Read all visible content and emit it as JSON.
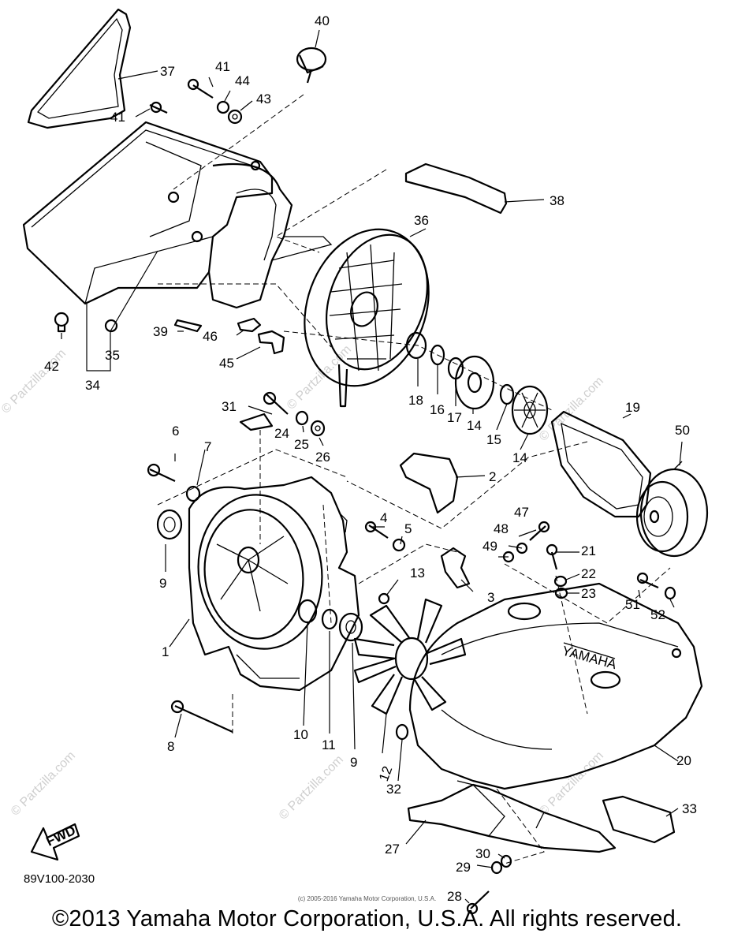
{
  "diagram": {
    "code": "89V100-2030",
    "small_copyright": "(c) 2005-2016 Yamaha Motor Corporation, U.S.A.",
    "copyright": "©2013 Yamaha Motor Corporation, U.S.A. All rights reserved.",
    "fwd_label": "FWD",
    "watermark": "© Partzilla.com",
    "callouts": [
      {
        "id": "c1",
        "text": "1"
      },
      {
        "id": "c2",
        "text": "2"
      },
      {
        "id": "c3",
        "text": "3"
      },
      {
        "id": "c4",
        "text": "4"
      },
      {
        "id": "c5",
        "text": "5"
      },
      {
        "id": "c6",
        "text": "6"
      },
      {
        "id": "c7",
        "text": "7"
      },
      {
        "id": "c8",
        "text": "8"
      },
      {
        "id": "c9a",
        "text": "9"
      },
      {
        "id": "c9b",
        "text": "9"
      },
      {
        "id": "c10",
        "text": "10"
      },
      {
        "id": "c11",
        "text": "11"
      },
      {
        "id": "c12",
        "text": "12"
      },
      {
        "id": "c13",
        "text": "13"
      },
      {
        "id": "c14a",
        "text": "14"
      },
      {
        "id": "c14b",
        "text": "14"
      },
      {
        "id": "c15",
        "text": "15"
      },
      {
        "id": "c16",
        "text": "16"
      },
      {
        "id": "c17",
        "text": "17"
      },
      {
        "id": "c18",
        "text": "18"
      },
      {
        "id": "c19",
        "text": "19"
      },
      {
        "id": "c20",
        "text": "20"
      },
      {
        "id": "c21",
        "text": "21"
      },
      {
        "id": "c22",
        "text": "22"
      },
      {
        "id": "c23",
        "text": "23"
      },
      {
        "id": "c24",
        "text": "24"
      },
      {
        "id": "c25",
        "text": "25"
      },
      {
        "id": "c26",
        "text": "26"
      },
      {
        "id": "c27",
        "text": "27"
      },
      {
        "id": "c28",
        "text": "28"
      },
      {
        "id": "c29",
        "text": "29"
      },
      {
        "id": "c30",
        "text": "30"
      },
      {
        "id": "c31",
        "text": "31"
      },
      {
        "id": "c32",
        "text": "32"
      },
      {
        "id": "c33",
        "text": "33"
      },
      {
        "id": "c34",
        "text": "34"
      },
      {
        "id": "c35",
        "text": "35"
      },
      {
        "id": "c36",
        "text": "36"
      },
      {
        "id": "c37",
        "text": "37"
      },
      {
        "id": "c38",
        "text": "38"
      },
      {
        "id": "c39",
        "text": "39"
      },
      {
        "id": "c40",
        "text": "40"
      },
      {
        "id": "c41a",
        "text": "41"
      },
      {
        "id": "c41b",
        "text": "41"
      },
      {
        "id": "c42",
        "text": "42"
      },
      {
        "id": "c43",
        "text": "43"
      },
      {
        "id": "c44",
        "text": "44"
      },
      {
        "id": "c45",
        "text": "45"
      },
      {
        "id": "c46",
        "text": "46"
      },
      {
        "id": "c47",
        "text": "47"
      },
      {
        "id": "c48",
        "text": "48"
      },
      {
        "id": "c49",
        "text": "49"
      },
      {
        "id": "c50",
        "text": "50"
      },
      {
        "id": "c51",
        "text": "51"
      },
      {
        "id": "c52",
        "text": "52"
      }
    ]
  }
}
